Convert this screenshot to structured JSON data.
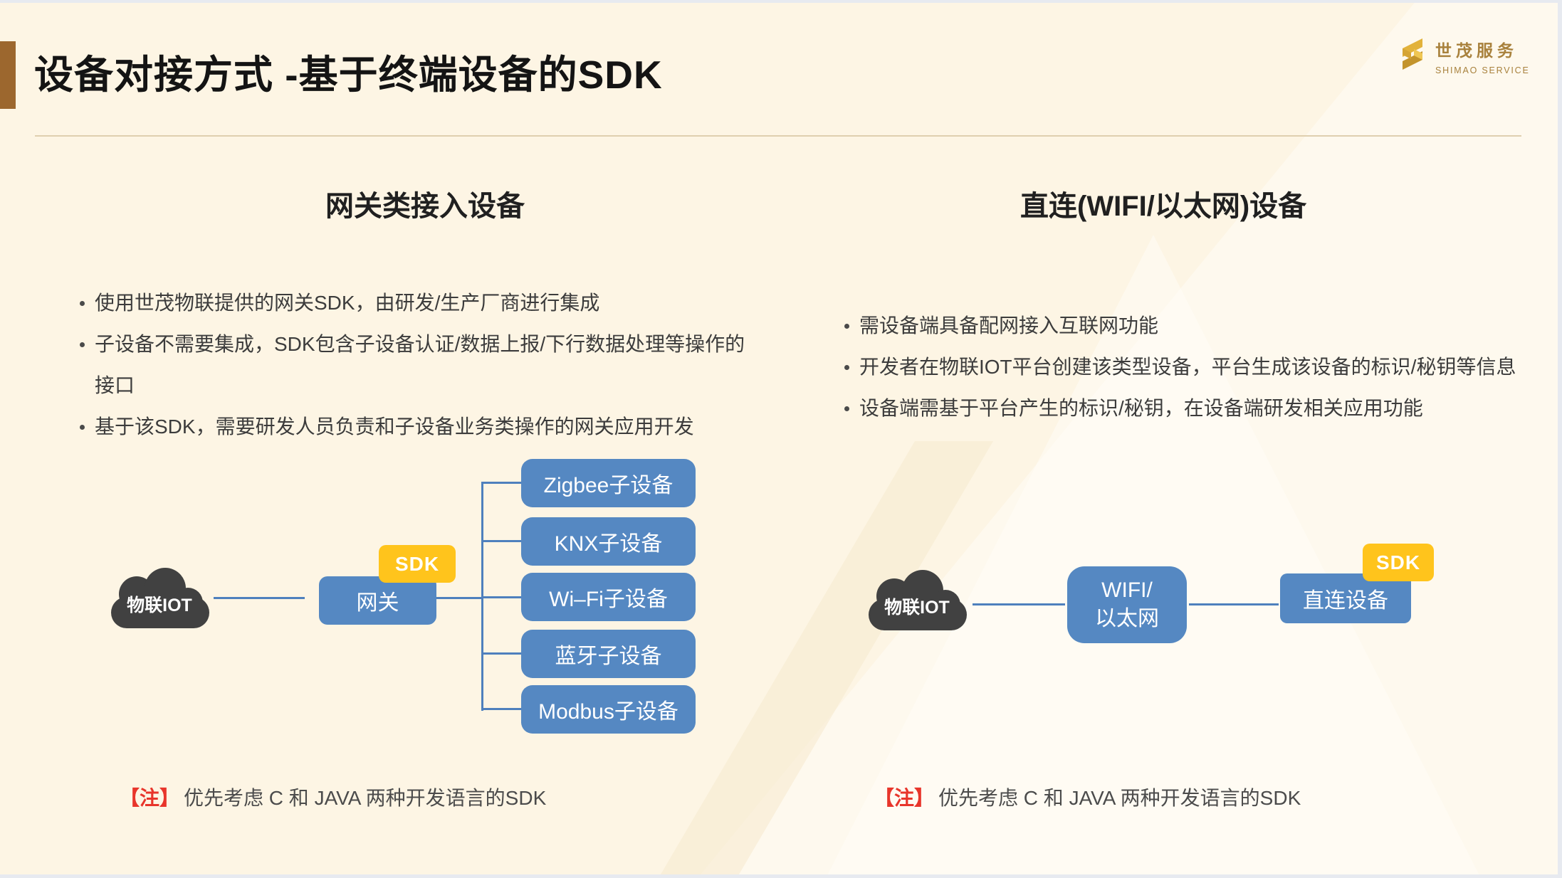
{
  "slide": {
    "title": "设备对接方式 -基于终端设备的SDK",
    "logo_cn": "世茂服务",
    "logo_en": "SHIMAO SERVICE"
  },
  "left": {
    "heading": "网关类接入设备",
    "bullets": [
      "使用世茂物联提供的网关SDK，由研发/生产厂商进行集成",
      "子设备不需要集成，SDK包含子设备认证/数据上报/下行数据处理等操作的接口",
      "基于该SDK，需要研发人员负责和子设备业务类操作的网关应用开发"
    ],
    "diagram": {
      "cloud": "物联IOT",
      "gateway": "网关",
      "sdk_tag": "SDK",
      "children": [
        "Zigbee子设备",
        "KNX子设备",
        "Wi–Fi子设备",
        "蓝牙子设备",
        "Modbus子设备"
      ]
    },
    "note_tag": "【注】",
    "note_text": "优先考虑 C 和 JAVA 两种开发语言的SDK"
  },
  "right": {
    "heading": "直连(WIFI/以太网)设备",
    "bullets": [
      "需设备端具备配网接入互联网功能",
      "开发者在物联IOT平台创建该类型设备，平台生成该设备的标识/秘钥等信息",
      "设备端需基于平台产生的标识/秘钥，在设备端研发相关应用功能"
    ],
    "diagram": {
      "cloud": "物联IOT",
      "hub_line1": "WIFI/",
      "hub_line2": "以太网",
      "device": "直连设备",
      "sdk_tag": "SDK"
    },
    "note_tag": "【注】",
    "note_text": "优先考虑 C 和 JAVA 两种开发语言的SDK"
  },
  "colors": {
    "background": "#FDF5E4",
    "accent_bar": "#9C672E",
    "node_blue": "#5588C2",
    "connector_blue": "#4E80BD",
    "sdk_yellow": "#FFC41C",
    "cloud_dark": "#414141",
    "note_red": "#E8352B",
    "logo_gold": "#A8813C",
    "divider": "#DFCFAF"
  }
}
